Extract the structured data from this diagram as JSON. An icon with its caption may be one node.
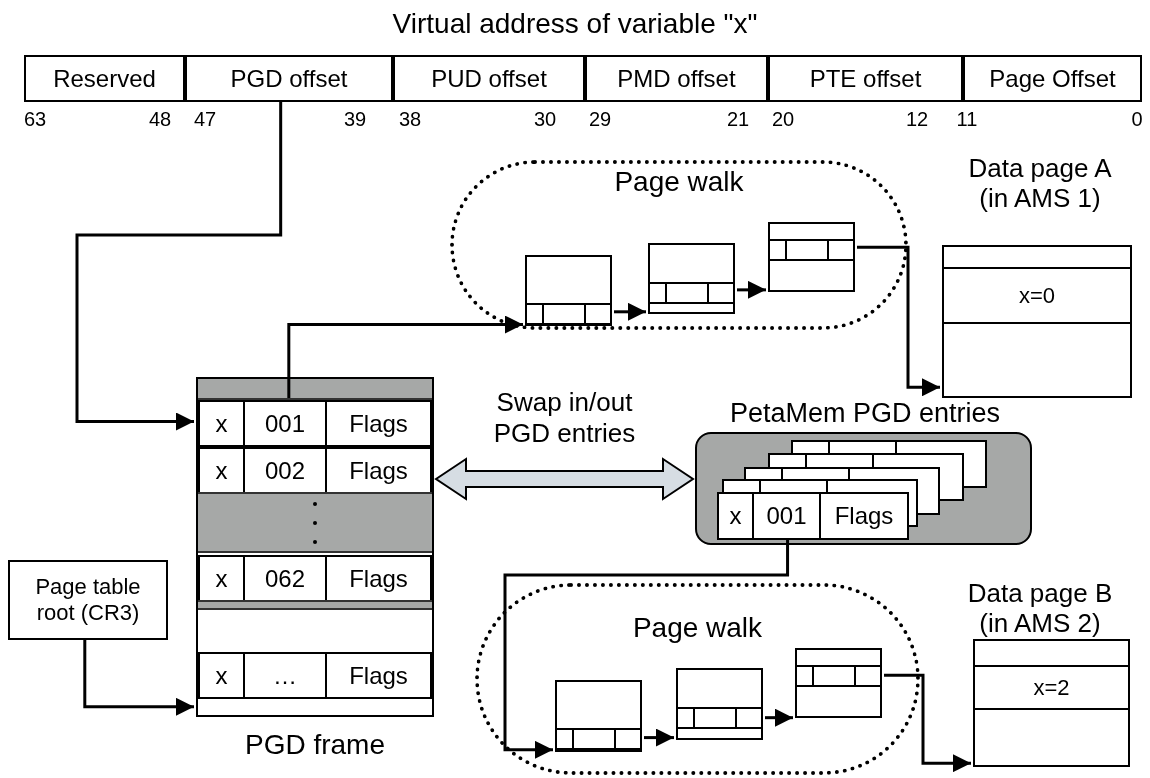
{
  "diagram": {
    "title": "Virtual address of variable \"x\"",
    "nodes": [
      {
        "text": [
          "Reserved"
        ]
      },
      {
        "text": [
          "PGD offset"
        ]
      },
      {
        "text": [
          "PUD offset"
        ]
      },
      {
        "text": [
          "PMD offset"
        ]
      },
      {
        "text": [
          "PTE offset"
        ]
      },
      {
        "text": [
          "Page Offset"
        ]
      },
      {
        "text": [
          "PGD frame"
        ]
      },
      {
        "text": [
          "x",
          "001",
          "Flags"
        ],
        "in": 6
      },
      {
        "text": [
          "x",
          "002",
          "Flags"
        ],
        "in": 6
      },
      {
        "text": [
          "x",
          "062",
          "Flags"
        ],
        "in": 6
      },
      {
        "text": [
          "x",
          "…",
          "Flags"
        ],
        "in": 6
      },
      {
        "text": [
          "Page table root (CR3)"
        ]
      },
      {
        "text": [
          "Page walk"
        ]
      },
      {
        "text": [],
        "shape": "box",
        "in": 12
      },
      {
        "text": [],
        "shape": "box",
        "in": 12
      },
      {
        "text": [],
        "shape": "box",
        "in": 12
      },
      {
        "text": [
          "Data page A (in AMS 1)",
          "x=0"
        ]
      },
      {
        "text": [
          "PetaMem PGD entries"
        ]
      },
      {
        "text": [
          "x",
          "001",
          "Flags"
        ],
        "in": 17
      },
      {
        "text": [
          "Page walk"
        ]
      },
      {
        "text": [],
        "shape": "box",
        "in": 19
      },
      {
        "text": [],
        "shape": "box",
        "in": 19
      },
      {
        "text": [],
        "shape": "box",
        "in": 19
      },
      {
        "text": [
          "Data page B (in AMS 2)",
          "x=2"
        ]
      },
      {
        "text": [],
        "shape": "bar",
        "in": 6
      },
      {
        "text": [],
        "shape": "bar",
        "in": 6
      }
    ],
    "edges": [
      {
        "from": 1,
        "to": 7,
        "arrow": "to"
      },
      {
        "from": 7,
        "to": 13,
        "arrow": "to"
      },
      {
        "from": 13,
        "to": 14,
        "arrow": "to"
      },
      {
        "from": 14,
        "to": 15,
        "arrow": "to"
      },
      {
        "from": 15,
        "to": 16,
        "arrow": "to"
      },
      {
        "from": 11,
        "to": 6,
        "arrow": "to"
      },
      {
        "from": 6,
        "to": 17,
        "arrow": "both",
        "label": "Swap in/out PGD entries",
        "style": "thick"
      },
      {
        "from": 18,
        "to": 20,
        "arrow": "to"
      },
      {
        "from": 20,
        "to": 21,
        "arrow": "to"
      },
      {
        "from": 21,
        "to": 22,
        "arrow": "to"
      },
      {
        "from": 22,
        "to": 23,
        "arrow": "to"
      }
    ],
    "labels": [
      "63",
      "48",
      "47",
      "39",
      "38",
      "30",
      "29",
      "21",
      "20",
      "12",
      "11",
      "0"
    ]
  }
}
